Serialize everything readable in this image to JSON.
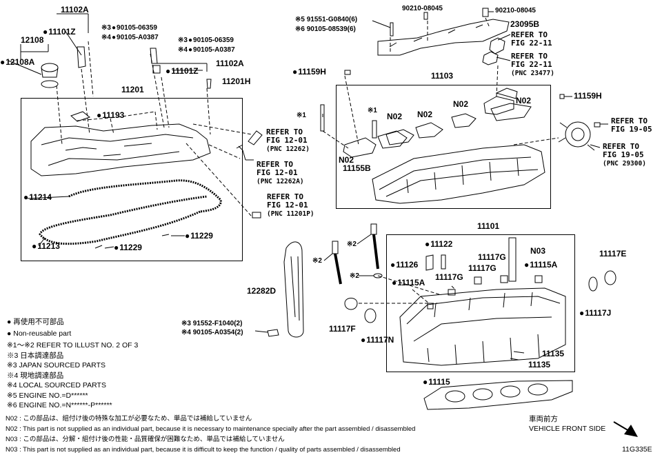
{
  "boxes": {
    "cover_box_label": "11201",
    "head_box_label": "11103",
    "cylinder_head_label": "11101"
  },
  "left_group": {
    "p11102A_top": "11102A",
    "p11101Z_left": "11101Z",
    "p12108": "12108",
    "p12108A": "12108A",
    "note3_a": "※3",
    "bolt_a": "90105-06359",
    "note4_a": "※4",
    "bolt_b": "90105-A0387",
    "note3_b": "※3",
    "bolt_c": "90105-06359",
    "note4_b": "※4",
    "bolt_d": "90105-A0387",
    "p11101Z_right": "11101Z",
    "p11102A_right": "11102A",
    "p11201H": "11201H",
    "p11193": "11193",
    "p11214": "11214",
    "p11213": "11213",
    "p11229_a": "11229",
    "p11229_b": "11229"
  },
  "refer_left": [
    {
      "line1": "REFER TO",
      "line2": "FIG 12-01",
      "pnc": "(PNC 12262)"
    },
    {
      "line1": "REFER TO",
      "line2": "FIG 12-01",
      "pnc": "(PNC 12262A)"
    },
    {
      "line1": "REFER TO",
      "line2": "FIG 12-01",
      "pnc": "(PNC 11201P)"
    }
  ],
  "top_right": {
    "note5": "※5 91551-G0840(6)",
    "note6": "※6 90105-08539(6)",
    "p90210_a": "90210-08045",
    "p90210_b": "90210-08045",
    "p23095B": "23095B",
    "ref1_l1": "REFER TO",
    "ref1_l2": "FIG 22-11",
    "ref2_l1": "REFER TO",
    "ref2_l2": "FIG 22-11",
    "ref2_pnc": "(PNC 23477)",
    "p11159H_left": "11159H",
    "p11159H_right": "11159H",
    "ref3_l1": "REFER TO",
    "ref3_l2": "FIG 19-05",
    "ref4_l1": "REFER TO",
    "ref4_l2": "FIG 19-05",
    "ref4_pnc": "(PNC 29300)"
  },
  "head_group": {
    "n1": "※1",
    "n1b": "※1",
    "n02_a": "N02",
    "n02_b": "N02",
    "n02_c": "N02",
    "n02_d": "N02",
    "n02_e": "N02",
    "p11155B": "11155B"
  },
  "lower": {
    "p12282D": "12282D",
    "n2_a": "※2",
    "n2_b": "※2",
    "n2_c": "※2",
    "p11122": "11122",
    "p11126": "11126",
    "p11117G_a": "11117G",
    "p11117G_b": "11117G",
    "p11117G_c": "11117G",
    "n03": "N03",
    "p11115A_a": "11115A",
    "p11115A_b": "11115A",
    "p11117E": "11117E",
    "p11117J": "11117J",
    "p11117F": "11117F",
    "p11117N": "11117N",
    "p11135_a": "11135",
    "p11135_b": "11135",
    "p11115": "11115",
    "bolt_e": "※3 91552-F1040(2)",
    "bolt_f": "※4 90105-A0354(2)"
  },
  "legend": [
    "● 再使用不可部品",
    "● Non-reusable part",
    "※1～※2  REFER TO ILLUST NO. 2 OF 3",
    "※3 日本調達部品",
    "※3 JAPAN SOURCED PARTS",
    "※4 現地調達部品",
    "※4 LOCAL SOURCED PARTS",
    "※5 ENGINE NO.=D******",
    "※6 ENGINE NO.=N******-P******"
  ],
  "footnotes": [
    "N02 : この部品は、組付け後の特殊な加工が必要なため、単品では補給していません",
    "N02 : This part is not supplied as an individual part, because it is necessary to maintenance specially after the part assembled / disassembled",
    "N03 : この部品は、分解・組付け後の性能・品質確保が困難なため、単品では補給していません",
    "N03 : This part is not supplied as an individual part, because it is difficult to keep the function / quality of parts  assembled / disassembled"
  ],
  "front": {
    "jp": "車両前方",
    "en": "VEHICLE FRONT SIDE"
  },
  "illustration_code": "11G335E"
}
